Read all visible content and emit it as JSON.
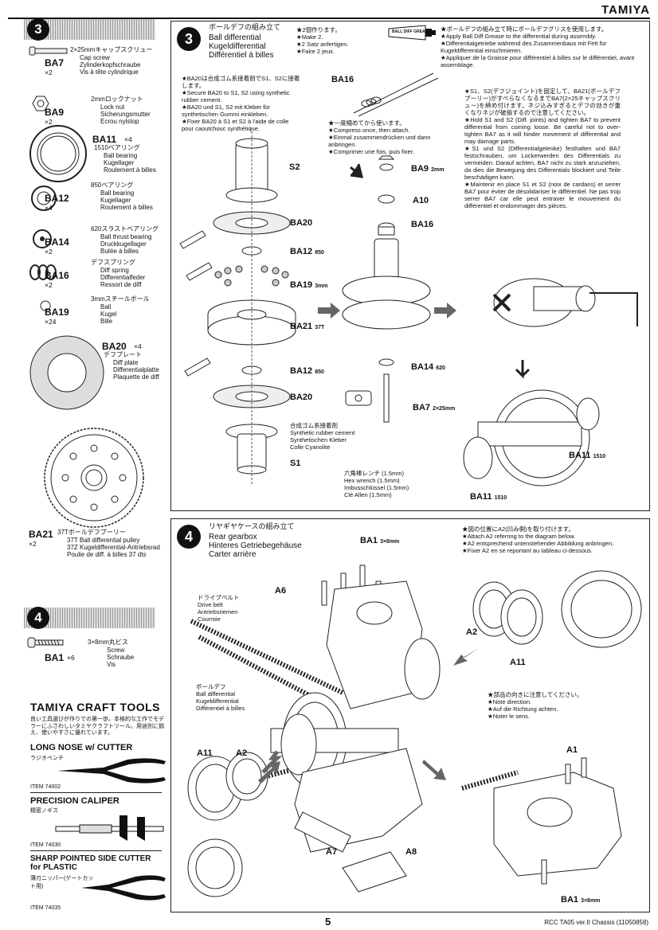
{
  "brand": "TAMIYA",
  "page_number": "5",
  "footer": "RCC TA05 ver.II Chassis (11050858)",
  "sidebar_step3": {
    "number": "3",
    "parts": [
      {
        "code": "BA7",
        "qty": "×2",
        "jp": "2×25mmキャップスクリュー",
        "lines": [
          "Cap screw",
          "Zylinderkopfschraube",
          "Vis à tête cylindrique"
        ]
      },
      {
        "code": "BA9",
        "qty": "×2",
        "jp": "2mmロックナット",
        "lines": [
          "Lock nut",
          "Sicherungsmutter",
          "Ecrou nylstop"
        ]
      },
      {
        "code": "BA11",
        "qty": "×4",
        "jp": "1510ベアリング",
        "lines": [
          "Ball bearing",
          "Kugellager",
          "Roulement à billes"
        ]
      },
      {
        "code": "BA12",
        "qty": "×4",
        "jp": "850ベアリング",
        "lines": [
          "Ball bearing",
          "Kugellager",
          "Roulement à billes"
        ]
      },
      {
        "code": "BA14",
        "qty": "×2",
        "jp": "620スラストベアリング",
        "lines": [
          "Ball thrust bearing",
          "Druckkugellager",
          "Butée à billes"
        ]
      },
      {
        "code": "BA16",
        "qty": "×2",
        "jp": "デフスプリング",
        "lines": [
          "Diff spring",
          "Differentialfeder",
          "Ressort de diff"
        ]
      },
      {
        "code": "BA19",
        "qty": "×24",
        "jp": "3mmスチールボール",
        "lines": [
          "Ball",
          "Kugel",
          "Bille"
        ]
      },
      {
        "code": "BA20",
        "qty": "×4",
        "jp": "デフプレート",
        "lines": [
          "Diff plate",
          "Differentialplatte",
          "Plaquette de diff"
        ]
      },
      {
        "code": "BA21",
        "qty": "×2",
        "jp": "37Tボールデフプーリー",
        "lines": [
          "37T Ball differential pulley",
          "37Z Kugeldifferential-Antriebsrad",
          "Poulie de diff. à billes 37 dts"
        ]
      }
    ]
  },
  "sidebar_step4": {
    "number": "4",
    "parts": [
      {
        "code": "BA1",
        "qty": "×6",
        "jp": "3×8mm丸ビス",
        "lines": [
          "Screw",
          "Schraube",
          "Vis"
        ]
      }
    ]
  },
  "craft_tools": {
    "title": "TAMIYA CRAFT TOOLS",
    "jp_note": "良い工具選びが作りでの第一歩。本格的な工作でモデラーにふさわしいタミヤクラフトツール。用途別に揃え、使いやすさに優れています。",
    "items": [
      {
        "name": "LONG NOSE w/ CUTTER",
        "jp": "ラジオペンチ",
        "item": "ITEM 74002"
      },
      {
        "name": "PRECISION CALIPER",
        "jp": "精密ノギス",
        "item": "ITEM 74030"
      },
      {
        "name": "SHARP POINTED SIDE CUTTER for PLASTIC",
        "jp": "薄刃ニッパー(ゲートカット用)",
        "item": "ITEM 74035"
      }
    ]
  },
  "step3": {
    "number": "3",
    "title_jp": "ボールデフの組み立て",
    "title_lines": [
      "Ball differential",
      "Kugeldifferential",
      "Différentiel à billes"
    ],
    "note_make": [
      "★2個作ります。",
      "★Make 2.",
      "★2 Satz anfertigen.",
      "★Faire 2 jeux."
    ],
    "note_grease": [
      "★ボールデフの組み立て時にボールデフグリスを使用します。",
      "★Apply Ball Diff Grease to the differential during assembly.",
      "★Differentialgetriebe während des Zusammenbaus mit Fett für Kugeldifferential einschmieren.",
      "★Appliquer de la Graisse pour différentiel à billes sur le différentiel, avant assemblage."
    ],
    "note_cement": [
      "★BA20は合成ゴム系接着剤でS1、S2に接着します。",
      "★Secure BA20 to S1, S2 using synthetic rubber cement.",
      "★BA20 und S1, S2 mit Kleber für synthetischen Gummi einkleben.",
      "★Fixer BA20 à S1 et S2 à l'aide de colle pour caoutchouc synthétique."
    ],
    "note_compress": [
      "★一度縮めてから使います。",
      "★Compress once, then attach.",
      "★Einmal zusammendrücken und dann anbringen.",
      "★Comprimer une fois, puis fixer."
    ],
    "note_hold": [
      "★S1、S2(デフジョイント)を固定して、BA21(ボールデフプーリー)がすべらなくなるまでBA7(2×25キャップスクリュー)を締め付けます。ネジ込みすぎるとデフの効きが重くなりネジが破損するので注意してください。",
      "★Hold S1 and S2 (Diff. joints) and tighten BA7 to prevent differential from coming loose. Be careful not to over-tighten BA7 as it will hinder movement of differential and may damage parts.",
      "★S1 und S2 (Differentialgelenke) festhalten und BA7 festschrauben, um Lockerwerden des Differentials zu vermeiden. Darauf achten, BA7 nicht zu stark anzuziehen, da dies die Bewegung des Differentials blockiert und Teile beschädigen kann.",
      "★Maintenir en place S1 et S2 (noix de cardans) et serrer BA7 pour éviter de désolidariser le différentiel. Ne pas trop serrer BA7 car elle peut entraver le mouvement du différentiel et endommager des pièces."
    ],
    "labels": {
      "ba16": "BA16",
      "s2": "S2",
      "ba20a": "BA20",
      "ba12a": "BA12",
      "ba12a_sub": "850",
      "ba19": "BA19",
      "ba19_sub": "3mm",
      "ba21": "BA21",
      "ba21_sub": "37T",
      "ba12b": "BA12",
      "ba12b_sub": "850",
      "ba20b": "BA20",
      "s1": "S1",
      "ba9": "BA9",
      "ba9_sub": "2mm",
      "a10": "A10",
      "ba16b": "BA16",
      "ba14": "BA14",
      "ba14_sub": "620",
      "ba7": "BA7",
      "ba7_sub": "2×25mm",
      "ba11a": "BA11",
      "ba11a_sub": "1510",
      "ba11b": "BA11",
      "ba11b_sub": "1510"
    },
    "cement_label": [
      "合成ゴム系接着剤",
      "Synthetic rubber cement",
      "Synthetischen Kleber",
      "Colle Cyanolite"
    ],
    "wrench_label": [
      "六角棒レンチ (1.5mm)",
      "Hex wrench (1.5mm)",
      "Imbusschlüssel (1.5mm)",
      "Clé Allen (1.5mm)"
    ],
    "grease_tube": "BALL DIFF GREASE"
  },
  "step4": {
    "number": "4",
    "title_jp": "リヤギヤケースの組み立て",
    "title_lines": [
      "Rear gearbox",
      "Hinteres Getriebegehäuse",
      "Carter arrière"
    ],
    "note_attach": [
      "★図の位置にA2(凹み側)を取り付けます。",
      "★Attach A2 referring to the diagram below.",
      "★A2 entsprechend untenstehender Abbildung anbringen.",
      "★Fixer A2 en se reportant au tableau ci-dessous."
    ],
    "note_direction": [
      "★部品の向きに注意してください。",
      "★Note direction.",
      "★Auf die Richtung achten.",
      "★Noter le sens."
    ],
    "belt_label": [
      "ドライブベルト",
      "Drive belt",
      "Antriebsriemen",
      "Courroie"
    ],
    "diff_label": [
      "ボールデフ",
      "Ball differential",
      "Kugeldifferential",
      "Différentiel à billes"
    ],
    "labels": {
      "ba1_top": "BA1",
      "ba1_top_sub": "3×8mm",
      "a6": "A6",
      "a11": "A11",
      "a2": "A2",
      "a11r": "A11",
      "a2r": "A2",
      "a7": "A7",
      "a8": "A8",
      "a1": "A1",
      "ba1_bot": "BA1",
      "ba1_bot_sub": "3×8mm"
    }
  }
}
